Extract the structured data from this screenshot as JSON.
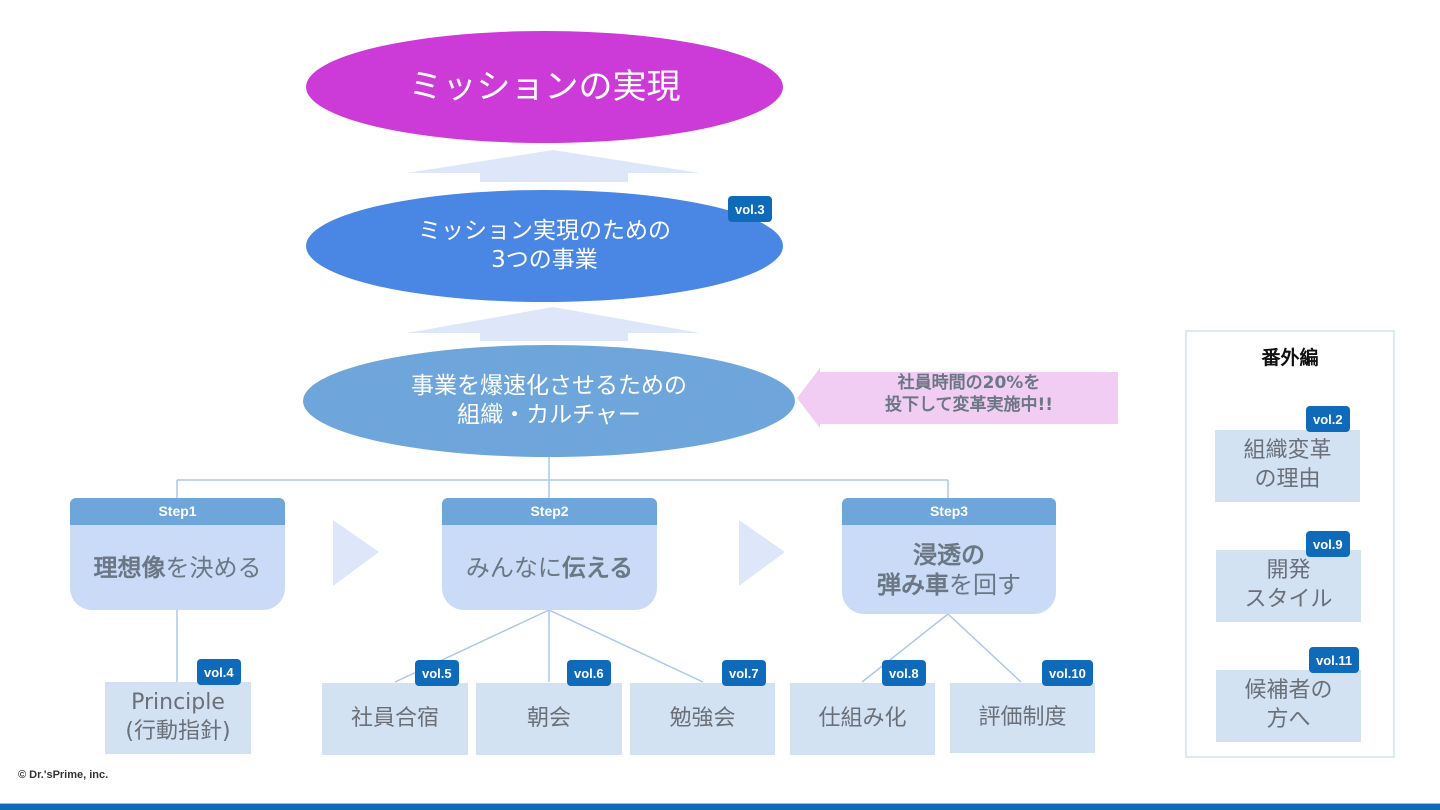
{
  "colors": {
    "mission": "#cc3ad8",
    "business": "#4a86e4",
    "culture": "#6ea6db",
    "vol_badge": "#0f6ab9",
    "step_header": "#6ea6db",
    "step_body": "#c9dbf6",
    "leaf": "#d2e2f3",
    "arrow_light": "#dde7f9",
    "pink_note": "#f1cdf3",
    "bottom_bar": "#0f6ab9"
  },
  "mission": {
    "label": "ミッションの実現"
  },
  "business": {
    "line1": "ミッション実現のための",
    "line2": "3つの事業",
    "vol": "vol.3"
  },
  "culture": {
    "line1": "事業を爆速化させるための",
    "line2": "組織・カルチャー"
  },
  "note": {
    "line1": "社員時間の20%を",
    "line2": "投下して変革実施中!!"
  },
  "steps": [
    {
      "header": "Step1",
      "bold": "理想像",
      "rest": "を決める"
    },
    {
      "header": "Step2",
      "plain": "みんなに",
      "bold": "伝える"
    },
    {
      "header": "Step3",
      "line1_bold": "浸透の",
      "line2_bold": "弾み車",
      "line2_rest": "を回す"
    }
  ],
  "leaves": [
    {
      "line1": "Principle",
      "line2": "(行動指針)",
      "vol": "vol.4"
    },
    {
      "line1": "社員合宿",
      "vol": "vol.5"
    },
    {
      "line1": "朝会",
      "vol": "vol.6"
    },
    {
      "line1": "勉強会",
      "vol": "vol.7"
    },
    {
      "line1": "仕組み化",
      "vol": "vol.8"
    },
    {
      "line1": "評価制度",
      "vol": "vol.10"
    }
  ],
  "extra": {
    "title": "番外編",
    "items": [
      {
        "line1": "組織変革",
        "line2": "の理由",
        "vol": "vol.2"
      },
      {
        "line1": "開発",
        "line2": "スタイル",
        "vol": "vol.9"
      },
      {
        "line1": "候補者の",
        "line2": "方へ",
        "vol": "vol.11"
      }
    ]
  },
  "footer": {
    "copyright": "© Dr.'sPrime, inc."
  }
}
